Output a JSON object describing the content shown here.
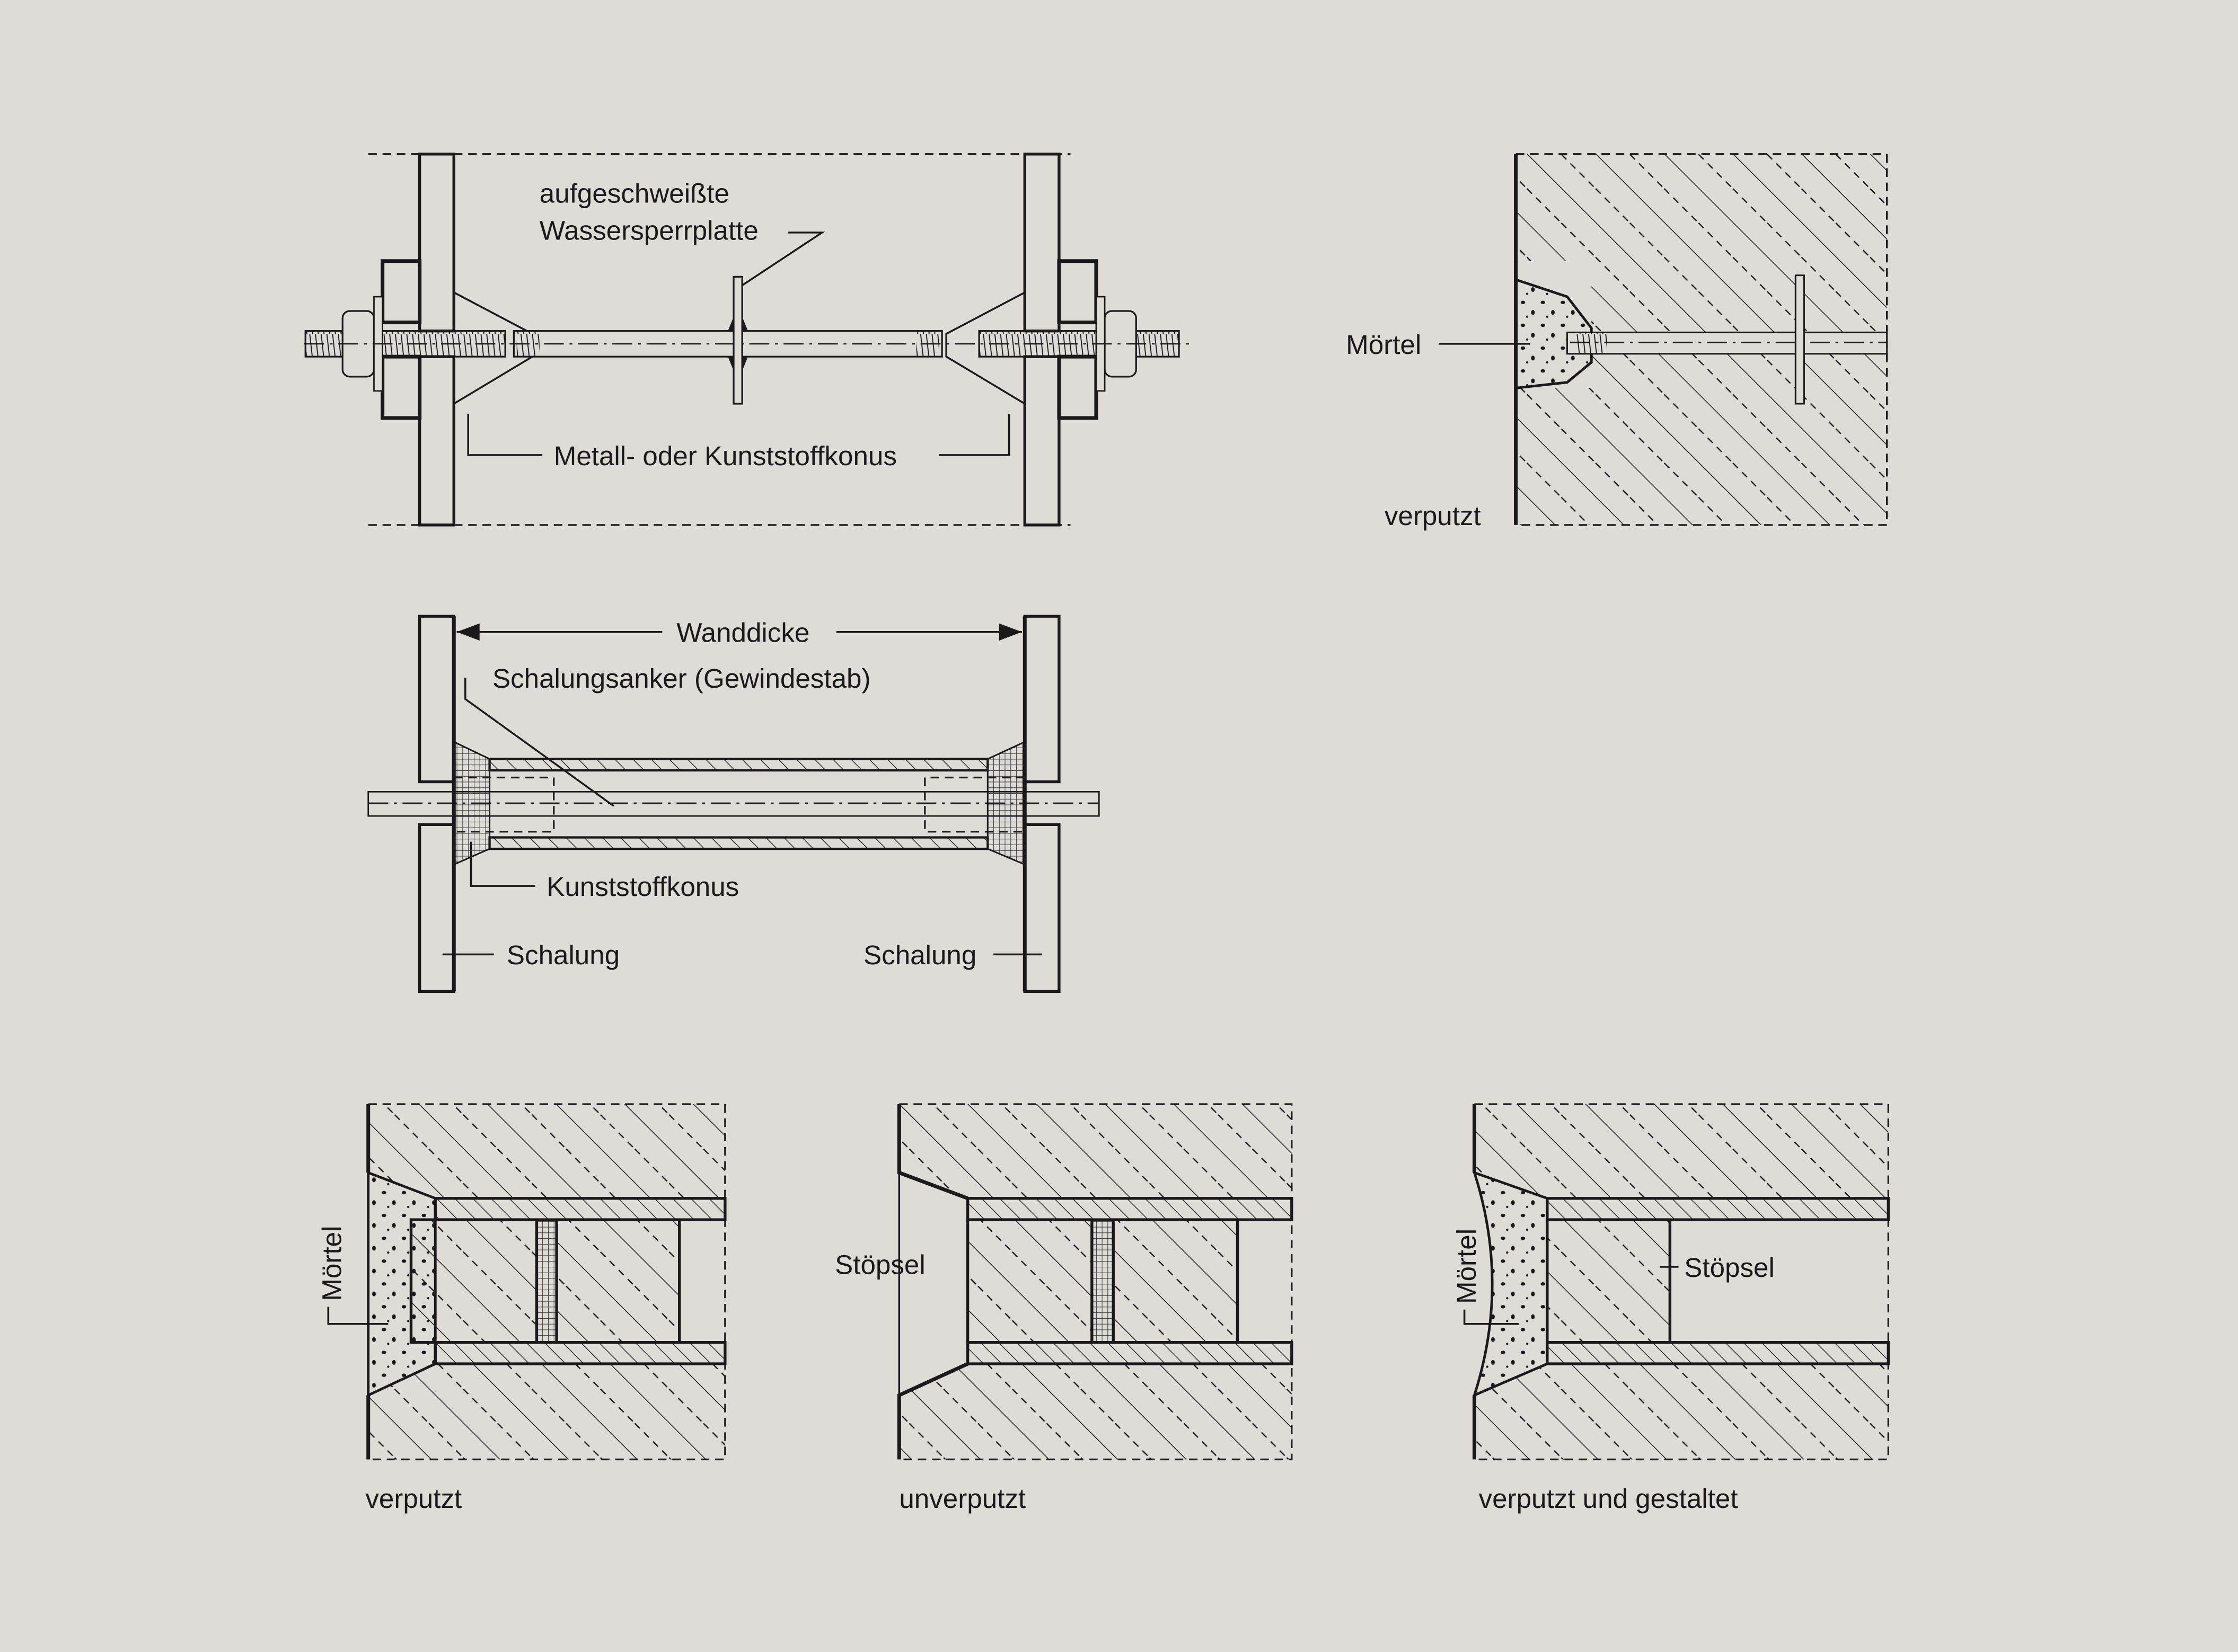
{
  "colors": {
    "background": "#dddcd7",
    "ink": "#1a1a1a"
  },
  "fig_top_left": {
    "label_plate_line1": "aufgeschweißte",
    "label_plate_line2": "Wassersperrplatte",
    "label_cone": "Metall- oder Kunststoffkonus"
  },
  "fig_top_right": {
    "label_mortar": "Mörtel",
    "caption": "verputzt"
  },
  "fig_middle": {
    "dimension_label": "Wanddicke",
    "label_anchor": "Schalungsanker (Gewindestab)",
    "label_cone": "Kunststoffkonus",
    "label_formwork_left": "Schalung",
    "label_formwork_right": "Schalung"
  },
  "fig_bottom": [
    {
      "side_label": "Mörtel",
      "caption": "verputzt"
    },
    {
      "side_label": "Stöpsel",
      "caption": "unverputzt"
    },
    {
      "side_label": "Mörtel",
      "inner_label": "Stöpsel",
      "caption": "verputzt und gestaltet"
    }
  ]
}
